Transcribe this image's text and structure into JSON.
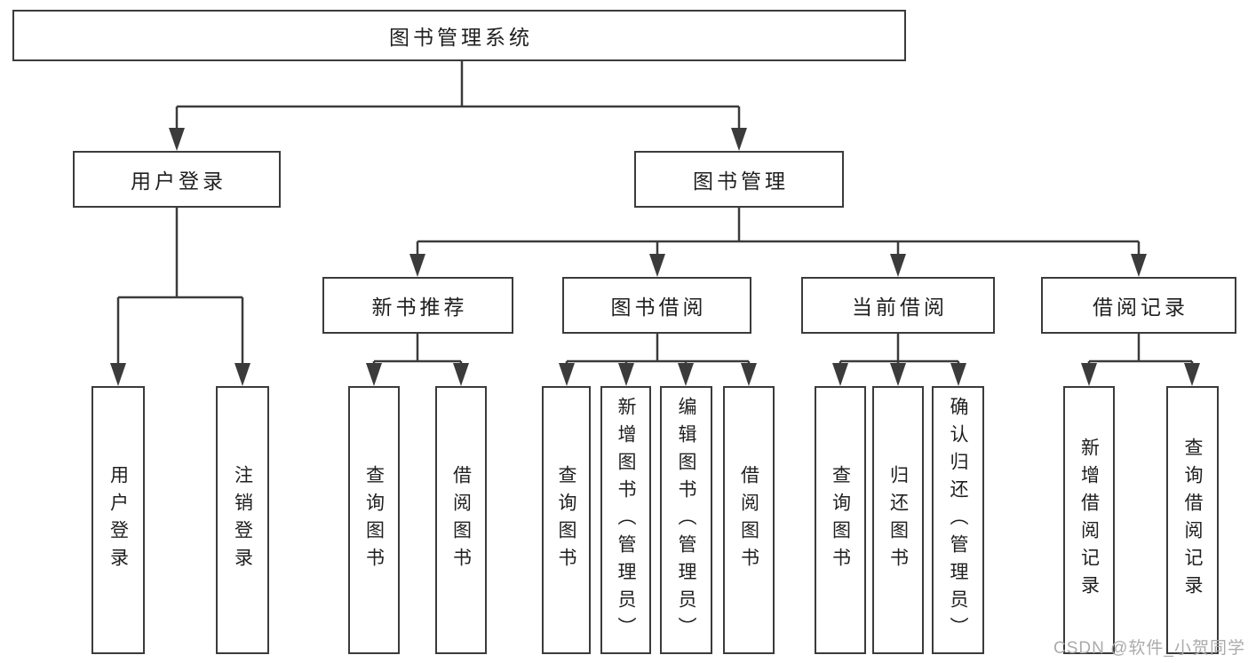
{
  "diagram_type": "functional-structure-tree",
  "colors": {
    "line": "#3b3b3b",
    "text": "#1f1f1f",
    "background": "#ffffff",
    "watermark": "#ababab"
  },
  "watermark": {
    "text": "CSDN @软件_小贺同学"
  },
  "tree": {
    "root": {
      "label": "图书管理系统",
      "children": [
        {
          "label": "用户登录",
          "children": [
            {
              "label": "用户登录"
            },
            {
              "label": "注销登录"
            }
          ]
        },
        {
          "label": "图书管理",
          "children": [
            {
              "label": "新书推荐",
              "children": [
                {
                  "label": "查询图书"
                },
                {
                  "label": "借阅图书"
                }
              ]
            },
            {
              "label": "图书借阅",
              "children": [
                {
                  "label": "查询图书"
                },
                {
                  "label": "新增图书（管理员）"
                },
                {
                  "label": "编辑图书（管理员）"
                },
                {
                  "label": "借阅图书"
                }
              ]
            },
            {
              "label": "当前借阅",
              "children": [
                {
                  "label": "查询图书"
                },
                {
                  "label": "归还图书"
                },
                {
                  "label": "确认归还（管理员）"
                }
              ]
            },
            {
              "label": "借阅记录",
              "children": [
                {
                  "label": "新增借阅记录"
                },
                {
                  "label": "查询借阅记录"
                }
              ]
            }
          ]
        }
      ]
    }
  }
}
